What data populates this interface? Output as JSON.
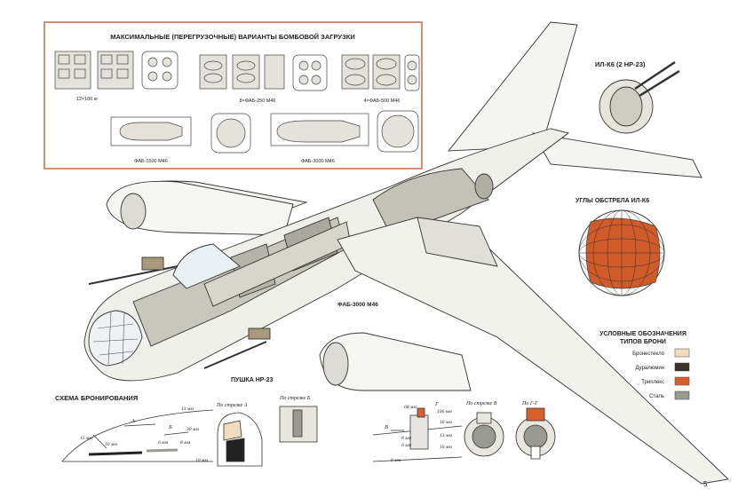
{
  "bomb_box": {
    "title": "МАКСИМАЛЬНЫЕ (ПЕРЕГРУЗОЧНЫЕ) ВАРИАНТЫ БОМБОВОЙ ЗАГРУЗКИ",
    "row1_labels": [
      "12×100 кг",
      "8×ФАБ-250 М46",
      "4×ФАБ-500 М46"
    ],
    "row2_labels": [
      "ФАБ-1500 М46",
      "ФАБ-3000 М46"
    ]
  },
  "aircraft": {
    "bomb_label": "ФАБ-3000 М46",
    "cannon_label": "ПУШКА НР-23"
  },
  "turret": {
    "title": "ИЛ-К6 (2 НР-23)"
  },
  "angles": {
    "title": "УГЛЫ ОБСТРЕЛА ИЛ-К6"
  },
  "legend": {
    "title_line1": "УСЛОВНЫЕ ОБОЗНАЧЕНИЯ",
    "title_line2": "ТИПОВ БРОНИ",
    "items": [
      {
        "label": "Бронестекло",
        "color": "#f2dcc0"
      },
      {
        "label": "Дуралюмин",
        "color": "#3a3228"
      },
      {
        "label": "Триплекс",
        "color": "#d8602e"
      },
      {
        "label": "Сталь",
        "color": "#9a9a94"
      }
    ]
  },
  "armor": {
    "title": "СХЕМА БРОНИРОВАНИЯ",
    "section_a": "По стрелке А",
    "section_b": "По стрелке Б",
    "section_v": "По стрелке В",
    "section_gg": "По Г-Г",
    "arrows": {
      "a": "А",
      "b": "Б",
      "v": "В",
      "g": "Г"
    },
    "dims": {
      "d13a": "13 мм",
      "d30": "30 мм",
      "d15": "15 мм",
      "d10a": "10 мм",
      "d6a": "6 мм",
      "d8a": "8 мм",
      "d10b": "10 мм",
      "d68": "68 мм",
      "d106": "106 мм",
      "d16": "16 мм",
      "d8b": "8 мм",
      "d6b": "6 мм",
      "d13b": "13 мм",
      "d10c": "10 мм",
      "d6c": "6 мм"
    }
  },
  "page_number": "5"
}
